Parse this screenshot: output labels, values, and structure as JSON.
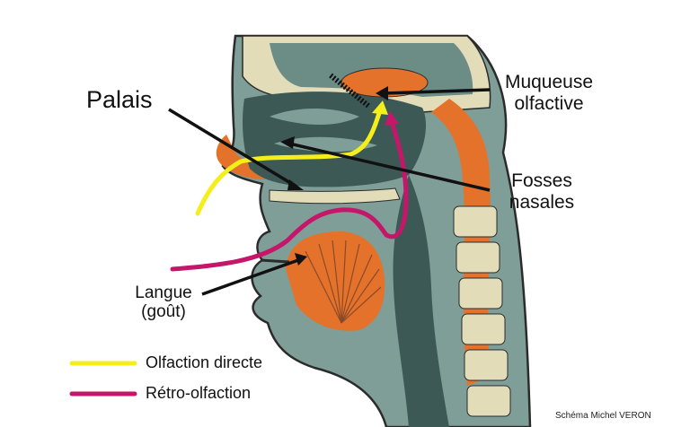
{
  "labels": {
    "palais": "Palais",
    "muqueuse_line1": "Muqueuse",
    "muqueuse_line2": "olfactive",
    "fosses_line1": "Fosses",
    "fosses_line2": "nasales",
    "langue_line1": "Langue",
    "langue_line2": "(goût)"
  },
  "legend": [
    {
      "label": "Olfaction directe",
      "color": "#f4ef1a"
    },
    {
      "label": "Rétro-olfaction",
      "color": "#c5166a"
    }
  ],
  "credit": "Schéma Michel VERON",
  "colors": {
    "tissue_orange": "#e4722b",
    "tissue_dark": "#3d5956",
    "tissue_mid": "#7f9e98",
    "bone": "#e2dcb9",
    "skin_outline": "#2b2b2b"
  }
}
